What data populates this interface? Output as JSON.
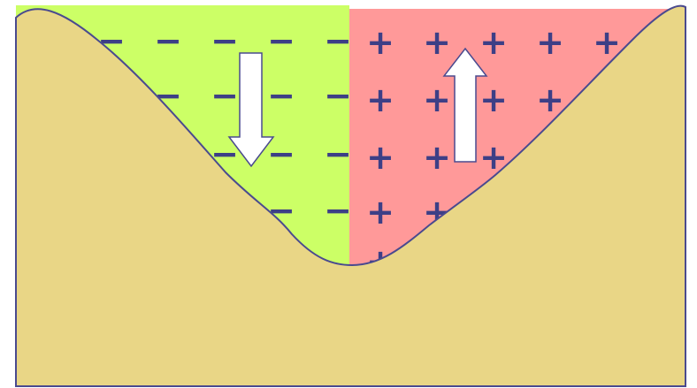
{
  "diagram": {
    "colors": {
      "background": "#ffffff",
      "negative_region": "#ccff66",
      "positive_region": "#ff9999",
      "valley": "#e9d686",
      "outline": "#4a4a8f",
      "sign": "#3d3f86",
      "arrow_fill": "#ffffff",
      "arrow_stroke": "#4a4a8f"
    },
    "negative_symbol": "−",
    "positive_symbol": "+",
    "arrows": [
      {
        "direction": "down",
        "side": "negative"
      },
      {
        "direction": "up",
        "side": "positive"
      }
    ]
  }
}
